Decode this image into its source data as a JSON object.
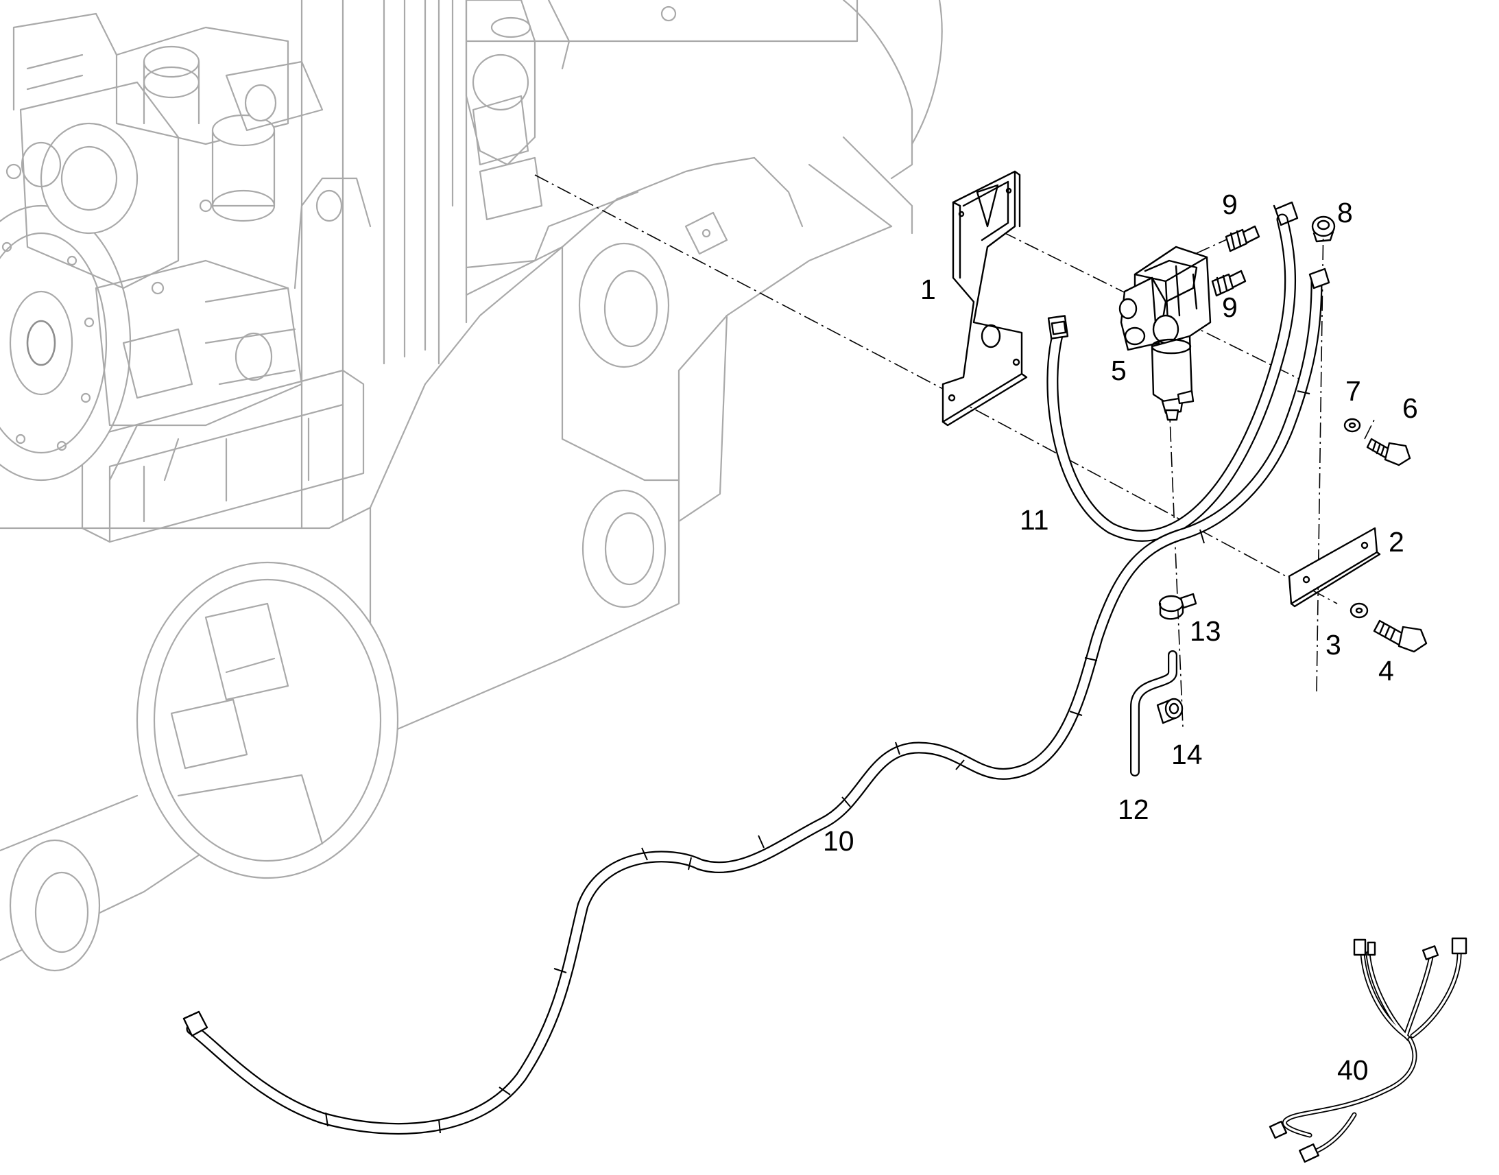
{
  "callouts": {
    "c1": "1",
    "c2": "2",
    "c3": "3",
    "c4": "4",
    "c5": "5",
    "c6": "6",
    "c7": "7",
    "c8": "8",
    "c9a": "9",
    "c9b": "9",
    "c10": "10",
    "c11": "11",
    "c12": "12",
    "c13": "13",
    "c14": "14",
    "c40": "40"
  }
}
